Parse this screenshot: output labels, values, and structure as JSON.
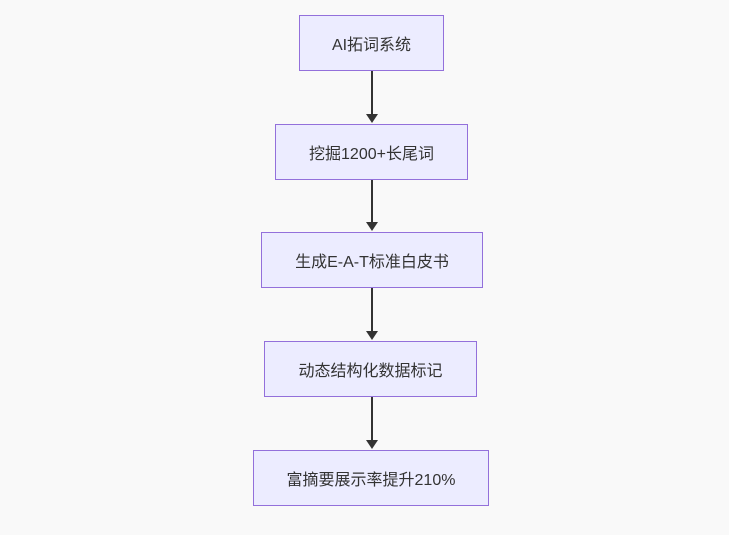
{
  "diagram": {
    "type": "flowchart",
    "direction": "top-down",
    "nodes": [
      {
        "id": "step-1",
        "label": "AI拓词系统"
      },
      {
        "id": "step-2",
        "label": "挖掘1200+长尾词"
      },
      {
        "id": "step-3",
        "label": "生成E-A-T标准白皮书"
      },
      {
        "id": "step-4",
        "label": "动态结构化数据标记"
      },
      {
        "id": "step-5",
        "label": "富摘要展示率提升210%"
      }
    ],
    "edges": [
      {
        "from": "step-1",
        "to": "step-2"
      },
      {
        "from": "step-2",
        "to": "step-3"
      },
      {
        "from": "step-3",
        "to": "step-4"
      },
      {
        "from": "step-4",
        "to": "step-5"
      }
    ],
    "colors": {
      "node_fill": "#ECECFF",
      "node_border": "#9370DB",
      "text": "#333333",
      "arrow": "#333333",
      "background": "#f9f9f9"
    }
  }
}
